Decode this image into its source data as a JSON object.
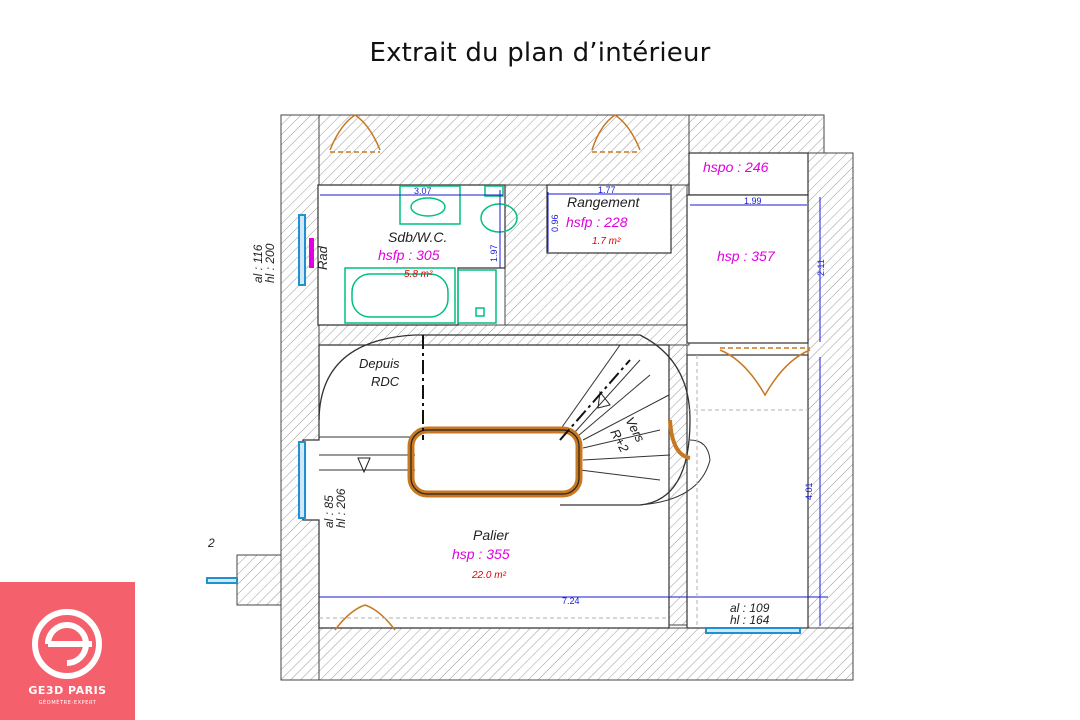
{
  "title": "Extrait du plan d’intérieur",
  "rooms": {
    "sdb": {
      "name": "Sdb/W.C.",
      "height": "hsfp : 305",
      "area": "5.8 m²"
    },
    "rangement": {
      "name": "Rangement",
      "height": "hsfp : 228",
      "area": "1.7 m²"
    },
    "hspo": {
      "height": "hspo : 246"
    },
    "room_right": {
      "height": "hsp : 357"
    },
    "palier": {
      "name": "Palier",
      "height": "hsp : 355",
      "area": "22.0 m²"
    }
  },
  "stairs": {
    "from": "Depuis",
    "from2": "RDC",
    "to": "Vers",
    "to2": "R+2"
  },
  "radiator": "Rad",
  "windows": {
    "w1_al": "al : 116",
    "w1_hl": "hl : 200",
    "w2_al": "al : 85",
    "w2_hl": "hl : 206",
    "w3_al": "al : 109",
    "w3_hl": "hl : 164",
    "w4_partial": "2"
  },
  "dimensions": {
    "sdb_width": "3.07",
    "sdb_height": "1.97",
    "rang_width": "1.77",
    "rang_height": "0.96",
    "right_width": "1.99",
    "right_height": "2.11",
    "palier_width": "7.24",
    "right_lower_height": "4.01"
  },
  "logo": {
    "name": "GE3D PARIS",
    "subtitle": "GÉOMÈTRE-EXPERT"
  },
  "colors": {
    "wall": "#8a8a8a",
    "dimension": "#1a1ad6",
    "height_label": "#e000e0",
    "area_label": "#e00000",
    "sanitary": "#00c080",
    "door": "#c87820",
    "logo_bg": "#f4606c"
  }
}
